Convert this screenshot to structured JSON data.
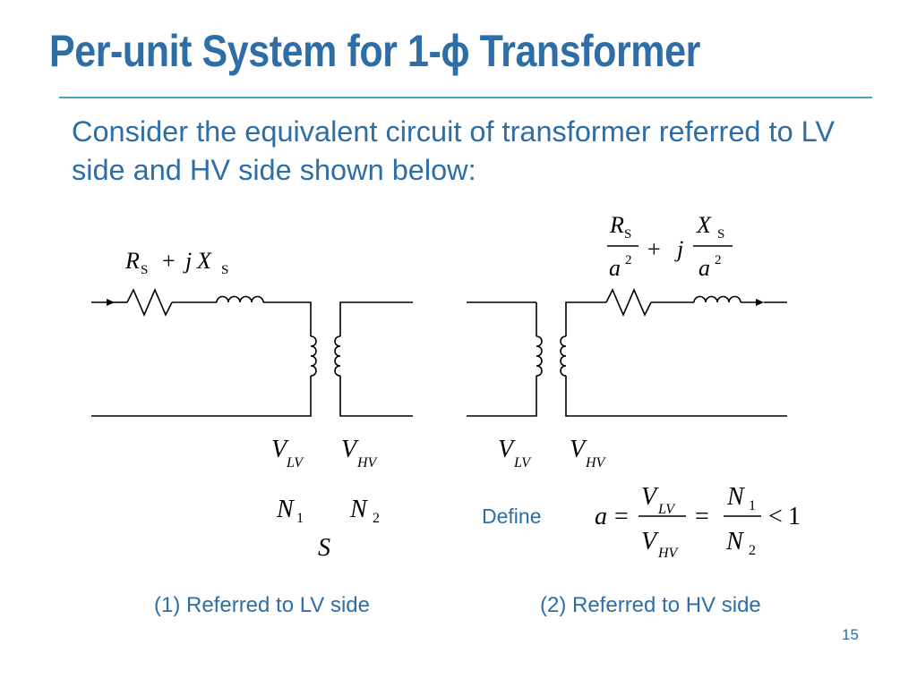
{
  "slide": {
    "title": "Per-unit System for 1-ϕ Transformer",
    "intro": "Consider the equivalent circuit of transformer referred to LV side and HV side shown below:",
    "define_label": "Define",
    "caption_lv": "(1) Referred to LV side",
    "caption_hv": "(2) Referred to HV side",
    "page_number": "15"
  },
  "math": {
    "R": "R",
    "X": "X",
    "S": "S",
    "j": "j",
    "a": "a",
    "V": "V",
    "N": "N",
    "LV": "LV",
    "HV": "HV",
    "plus": "+",
    "equals": "=",
    "less_than": "<",
    "two": "2",
    "one": "1",
    "one_sub": "1",
    "two_sub": "2"
  },
  "colors": {
    "accent": "#2e6ea6",
    "rule": "#4aa3c6",
    "circuit": "#000000"
  }
}
